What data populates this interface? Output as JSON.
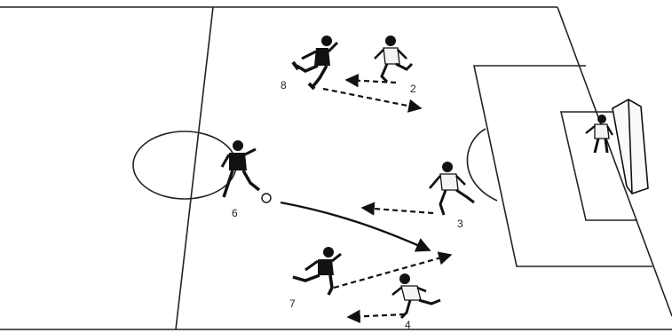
{
  "diagram": {
    "players": [
      {
        "id": "8",
        "label": "8",
        "kit": "dark"
      },
      {
        "id": "2",
        "label": "2",
        "kit": "light"
      },
      {
        "id": "6",
        "label": "6",
        "kit": "dark"
      },
      {
        "id": "3",
        "label": "3",
        "kit": "light"
      },
      {
        "id": "7",
        "label": "7",
        "kit": "dark"
      },
      {
        "id": "4",
        "label": "4",
        "kit": "light"
      },
      {
        "id": "gk",
        "label": "",
        "kit": "light"
      }
    ],
    "arrows": [
      {
        "from": "6",
        "to": "ball-target",
        "style": "solid"
      },
      {
        "from": "2",
        "to": "8",
        "style": "dashed"
      },
      {
        "from": "8",
        "to": "forward",
        "style": "dashed"
      },
      {
        "from": "3",
        "to": "back",
        "style": "dashed"
      },
      {
        "from": "7",
        "to": "forward",
        "style": "dashed"
      },
      {
        "from": "4",
        "to": "back",
        "style": "dashed"
      }
    ],
    "colors": {
      "ink": "#111111",
      "pitch": "#ffffff"
    }
  }
}
